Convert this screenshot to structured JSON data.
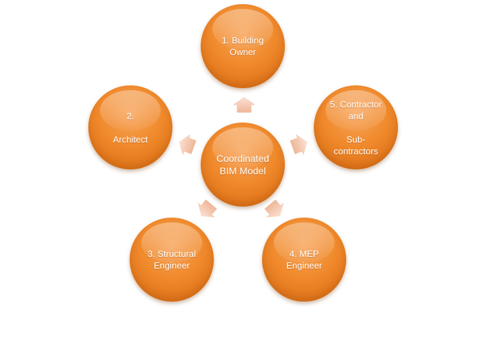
{
  "diagram": {
    "center": {
      "label": "Coordinated\nBIM Model"
    },
    "nodes": [
      {
        "id": "building-owner",
        "label": "1. Building\nOwner"
      },
      {
        "id": "architect",
        "label": "2.\n\nArchitect"
      },
      {
        "id": "structural-engineer",
        "label": "3. Structural\nEngineer"
      },
      {
        "id": "mep-engineer",
        "label": "4. MEP\nEngineer"
      },
      {
        "id": "contractor",
        "label": "5. Contractor\nand\n\nSub-\ncontractors"
      }
    ]
  },
  "colors": {
    "node_fill": "#f08a2c",
    "arrow_fill": "#f4c9b0",
    "text": "#ffffff"
  }
}
